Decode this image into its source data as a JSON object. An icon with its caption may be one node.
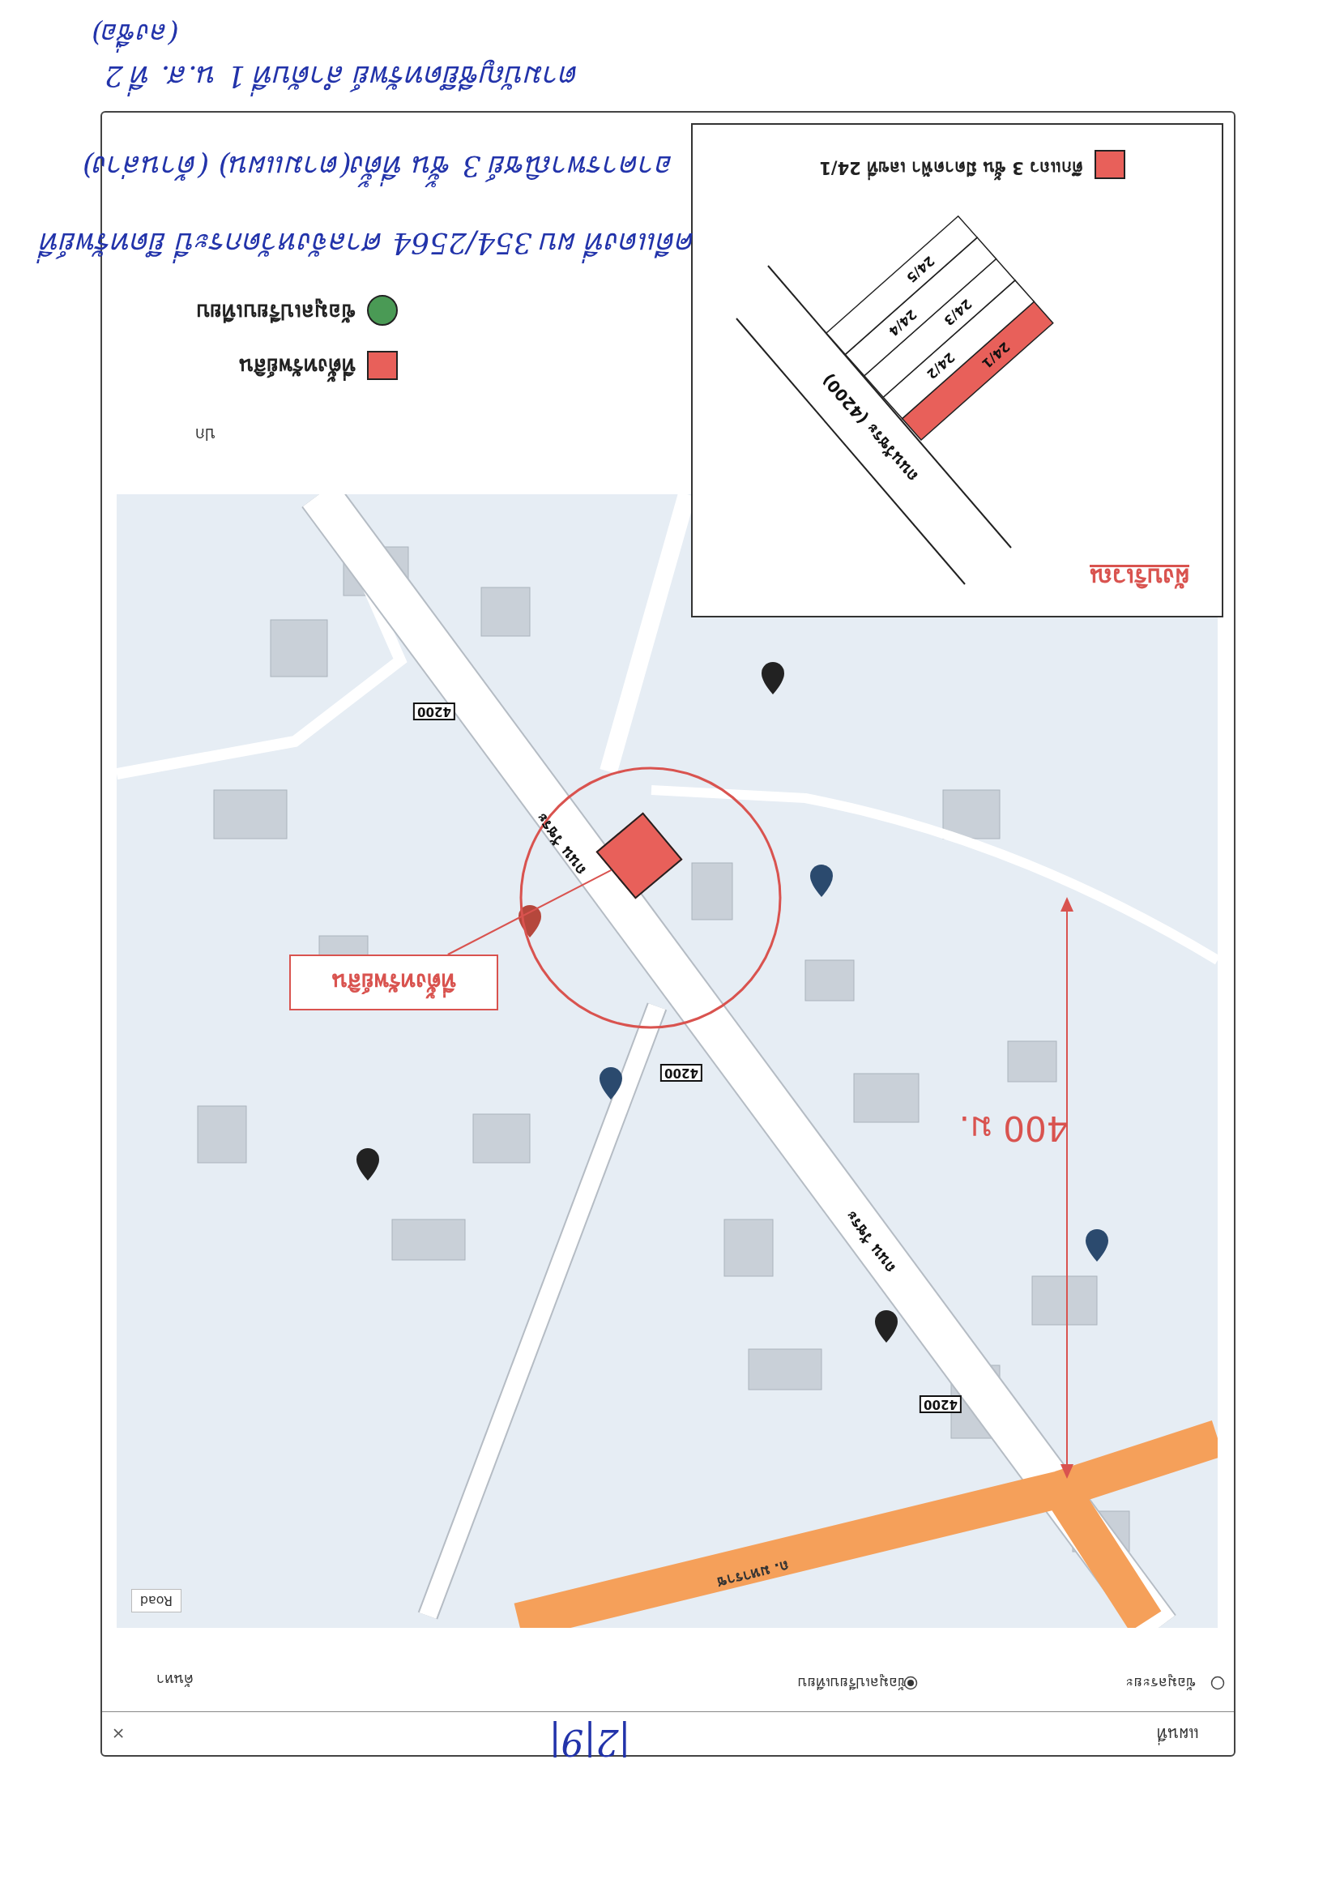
{
  "diagram": {
    "nodes": [
      {
        "text": [
          "ที่ตั้งทรัพย์สิน"
        ]
      },
      {
        "text": [],
        "shape": "box"
      },
      {
        "text": [
          "24/1"
        ]
      },
      {
        "text": [
          "24/2"
        ]
      },
      {
        "text": [
          "24/3"
        ]
      },
      {
        "text": [
          "24/4"
        ]
      },
      {
        "text": [
          "24/5"
        ]
      }
    ],
    "edges": [
      {
        "from": 0,
        "to": 1,
        "arrow": "none",
        "color": "#d9534f"
      }
    ],
    "labels": [
      "แผนที่",
      "×",
      "ข้อมูลระยะ",
      "ข้อมูลเปรียบเทียบ",
      "ค้นหา",
      "Road",
      "ถ. มหาราช",
      "4200",
      "ถนน วัชระ",
      "4200",
      "400 ม.",
      "ถนน วัชระ",
      "4200",
      "ปก",
      "ผังบริเวณ",
      "ถนนวัชระ (4200)",
      "คดีแดงที่ ผบ 354/2564 ศาลจังหวัดกระบี่ ยึดทรัพย์ที่",
      "อาคารพาณิชย์ 3 ชั้น ที่ตั้ง(ตามแผน) (ด้านล่าง)",
      "ตามบัญชียึดทรัพย์ ลำดับที่ 1 น.ส. ที่ 2",
      "(ลงชื่อ)",
      "|2|9|"
    ],
    "legend": [
      {
        "text": "ที่ตั้งทรัพย์สิน",
        "color": "#e8605a"
      },
      {
        "text": "ข้อมูลเปรียบเทียบ",
        "color": "#4a9a55"
      },
      {
        "text": "ตึกแถว 3 ชั้น มีดาดฟ้า เลขที่ 24/1",
        "color": "#e8605a"
      }
    ]
  }
}
